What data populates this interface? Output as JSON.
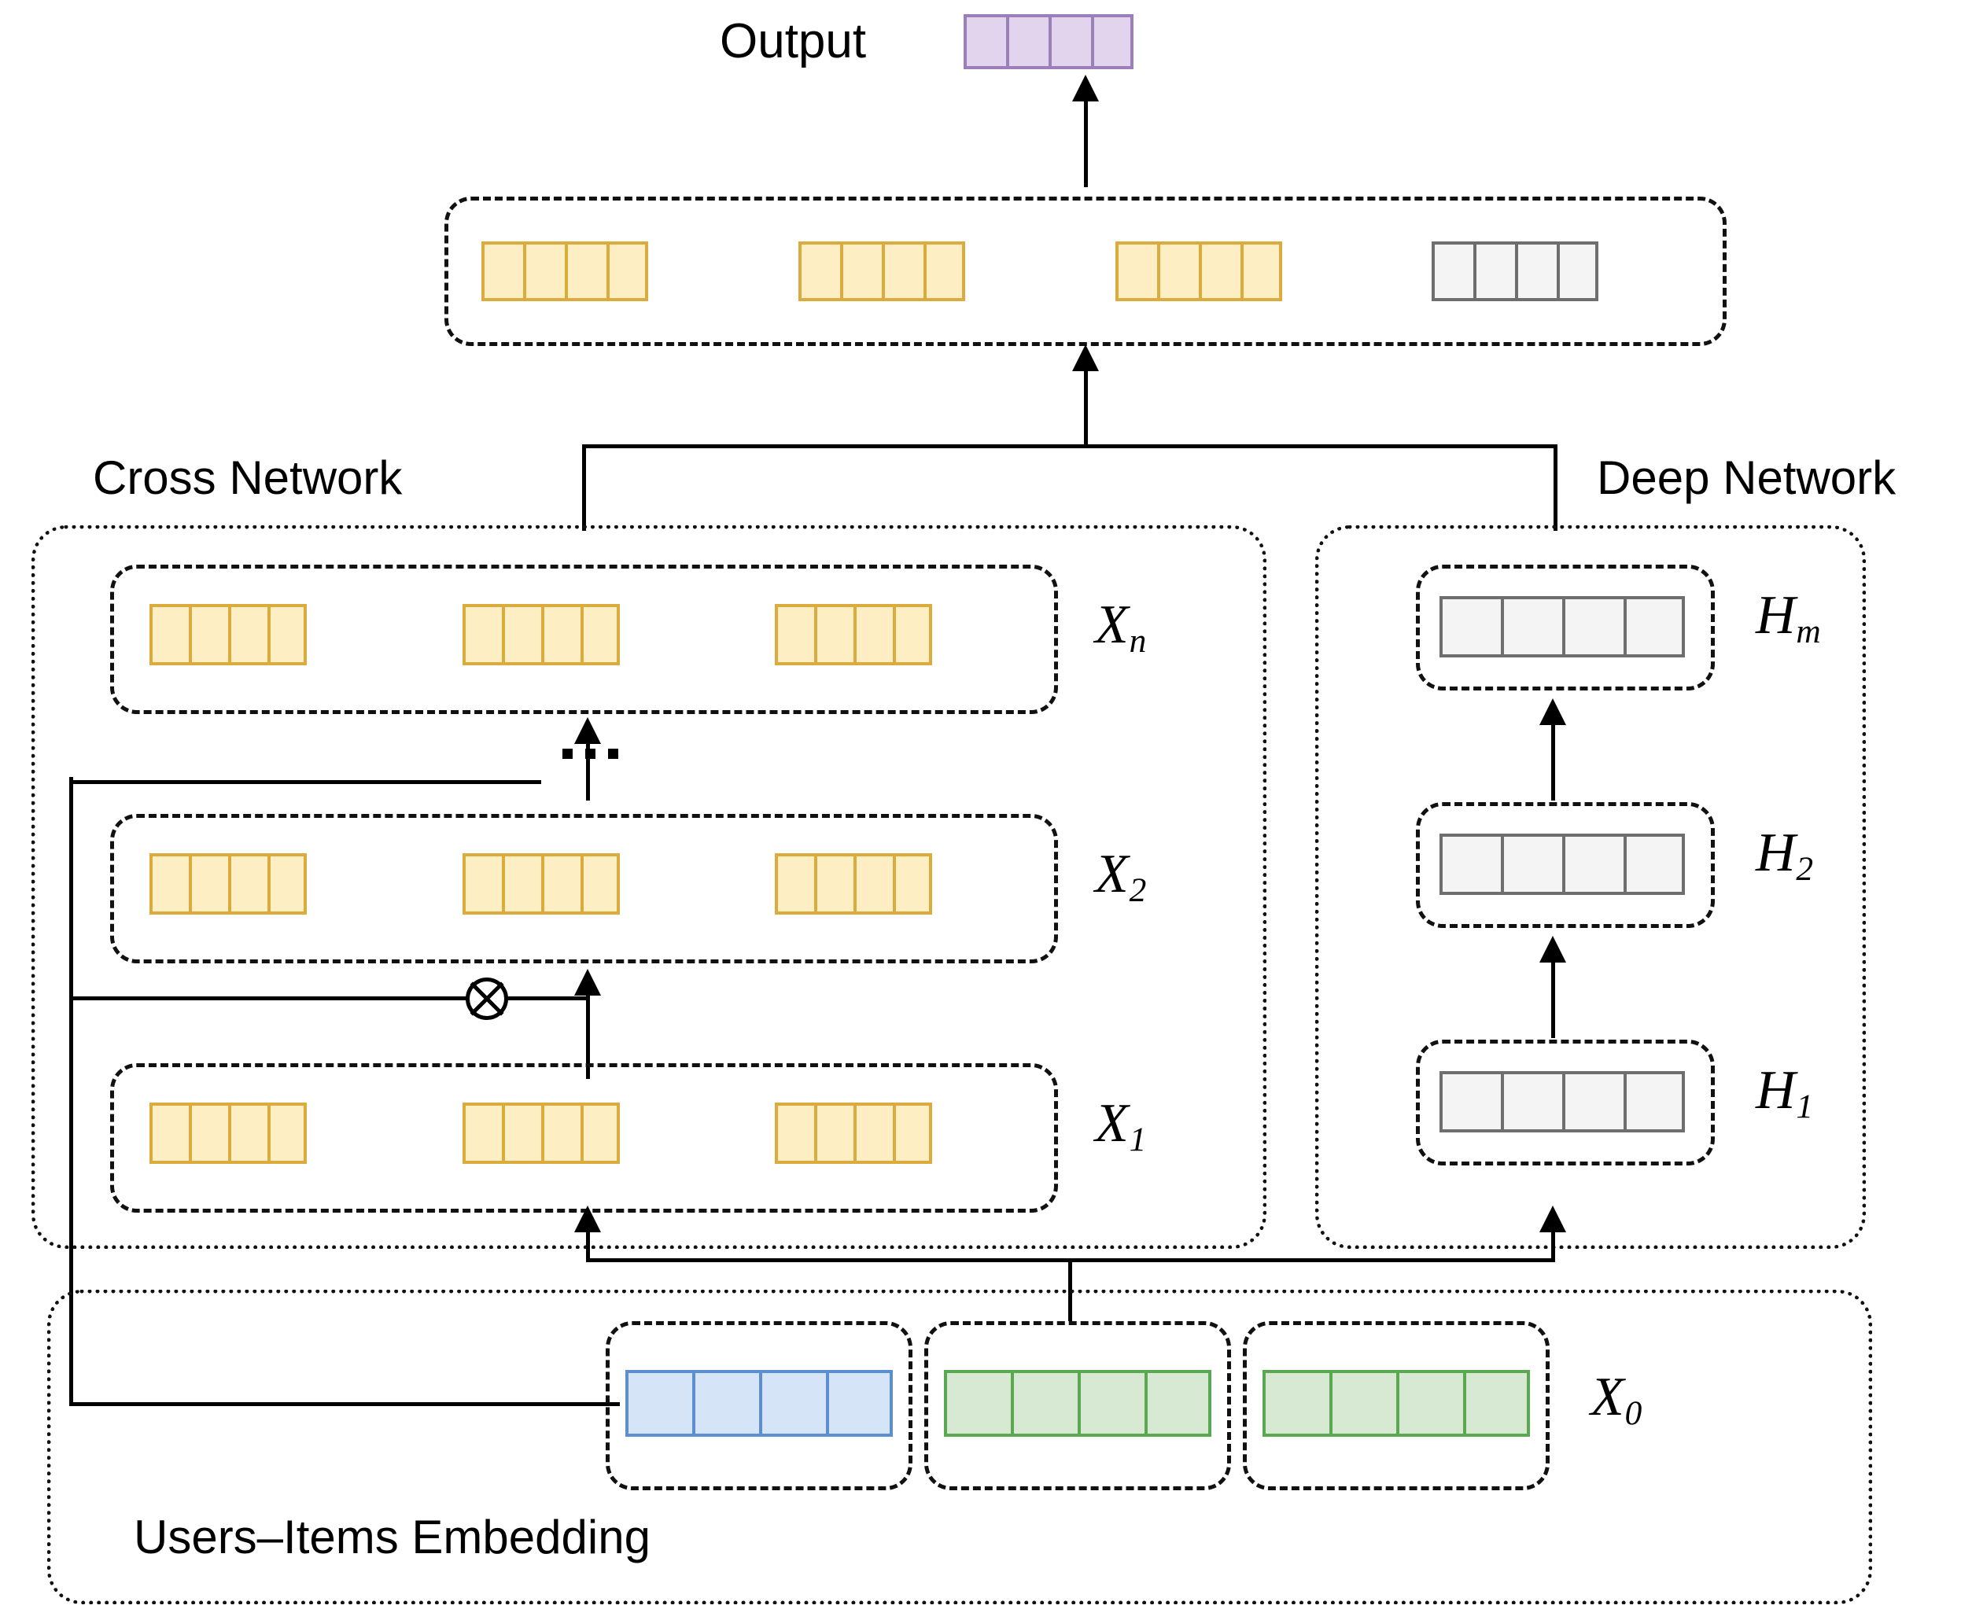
{
  "diagram": {
    "title_region": {
      "output_label": "Output",
      "cross_network_label": "Cross Network",
      "deep_network_label": "Deep Network",
      "embedding_label": "Users–Items Embedding"
    },
    "colors": {
      "yellow_fill": "#fdeec3",
      "yellow_border": "#dbab3e",
      "grey_fill": "#f4f4f4",
      "grey_border": "#6e6e6e",
      "purple_fill": "#e2d4ec",
      "purple_border": "#9b7fb8",
      "blue_fill": "#d6e4f7",
      "blue_border": "#5b8fd0",
      "green_fill": "#d7e9d2",
      "green_border": "#5aa84f",
      "line": "#000000"
    },
    "output": {
      "label": "Output",
      "cells": 4,
      "color": "purple"
    },
    "combination_layer": {
      "groups": [
        {
          "color": "yellow",
          "cells": 4
        },
        {
          "color": "yellow",
          "cells": 4
        },
        {
          "color": "yellow",
          "cells": 4
        },
        {
          "color": "grey",
          "cells": 4
        }
      ]
    },
    "cross_network": {
      "label": "Cross Network",
      "layers": [
        {
          "name": "X_n",
          "symbol": "X",
          "subscript": "n",
          "groups": 3,
          "cells_per_group": 4,
          "color": "yellow"
        },
        {
          "name": "X_2",
          "symbol": "X",
          "subscript": "2",
          "groups": 3,
          "cells_per_group": 4,
          "color": "yellow"
        },
        {
          "name": "X_1",
          "symbol": "X",
          "subscript": "1",
          "groups": 3,
          "cells_per_group": 4,
          "color": "yellow"
        }
      ],
      "operator": "⊗",
      "ellipsis": "…"
    },
    "deep_network": {
      "label": "Deep Network",
      "layers": [
        {
          "name": "H_m",
          "symbol": "H",
          "subscript": "m",
          "cells": 4,
          "color": "grey"
        },
        {
          "name": "H_2",
          "symbol": "H",
          "subscript": "2",
          "cells": 4,
          "color": "grey"
        },
        {
          "name": "H_1",
          "symbol": "H",
          "subscript": "1",
          "cells": 4,
          "color": "grey"
        }
      ]
    },
    "embedding": {
      "label": "Users–Items Embedding",
      "symbol": "X",
      "subscript": "0",
      "groups": [
        {
          "color": "blue",
          "cells": 4
        },
        {
          "color": "green",
          "cells": 4
        },
        {
          "color": "green",
          "cells": 4
        }
      ]
    }
  }
}
